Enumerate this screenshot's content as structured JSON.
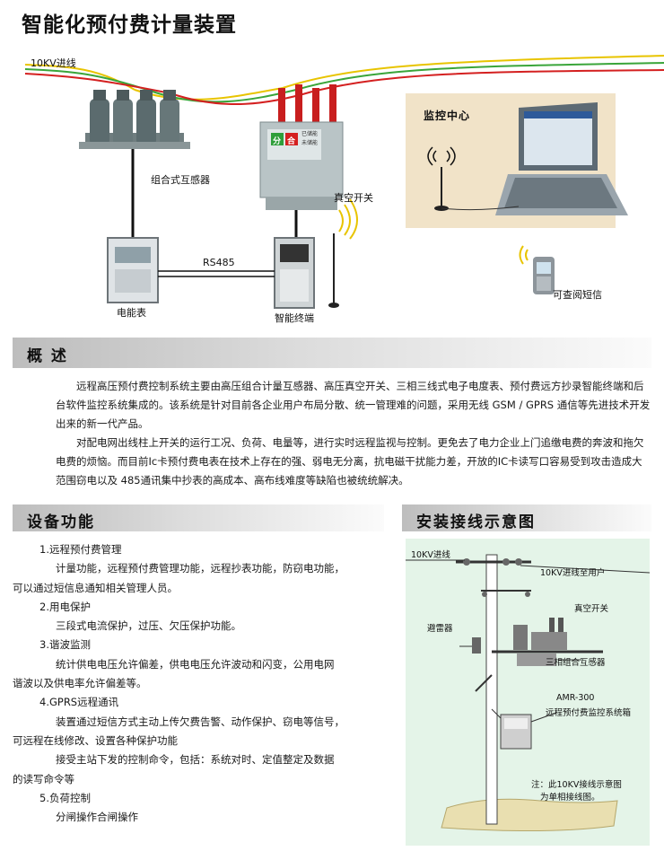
{
  "page_title": "智能化预付费计量装置",
  "top_diagram": {
    "incoming_line": "10KV进线",
    "combined_transformer": "组合式互感器",
    "vacuum_switch": "真空开关",
    "switch_panel_left": "分",
    "switch_panel_right": "合",
    "switch_panel_note1": "已储能",
    "switch_panel_note2": "未储能",
    "meter": "电能表",
    "rs485": "RS485",
    "smart_terminal": "智能终端",
    "monitor_center": "监控中心",
    "sms_query": "可查阅短信"
  },
  "overview": {
    "heading": "概 述",
    "para1": "远程高压预付费控制系统主要由高压组合计量互感器、高压真空开关、三相三线式电子电度表、预付费远方抄录智能终端和后台软件监控系统集成的。该系统是针对目前各企业用户布局分散、统一管理难的问题，采用无线 GSM / GPRS 通信等先进技术开发出来的新一代产品。",
    "para2": "对配电网出线柱上开关的运行工况、负荷、电量等，进行实时远程监视与控制。更免去了电力企业上门追缴电费的奔波和拖欠电费的烦恼。而目前Ic卡预付费电表在技术上存在的强、弱电无分离，抗电磁干扰能力差，开放的IC卡读写口容易受到攻击造成大范围窃电以及 485通讯集中抄表的高成本、高布线难度等缺陷也被统统解决。"
  },
  "functions": {
    "heading": "设备功能",
    "lines": [
      {
        "text": "1.远程预付费管理",
        "indent": "i1"
      },
      {
        "text": "计量功能，远程预付费管理功能，远程抄表功能，防窃电功能，",
        "indent": "i2"
      },
      {
        "text": "可以通过短信息通知相关管理人员。",
        "indent": "i0"
      },
      {
        "text": "2.用电保护",
        "indent": "i1"
      },
      {
        "text": "三段式电流保护，过压、欠压保护功能。",
        "indent": "i2"
      },
      {
        "text": "3.谐波监测",
        "indent": "i1"
      },
      {
        "text": "统计供电电压允许偏差，供电电压允许波动和闪变，公用电网",
        "indent": "i2"
      },
      {
        "text": "谐波以及供电率允许偏差等。",
        "indent": "i0"
      },
      {
        "text": "4.GPRS远程通讯",
        "indent": "i1"
      },
      {
        "text": "装置通过短信方式主动上传欠费告警、动作保护、窃电等信号，",
        "indent": "i2"
      },
      {
        "text": "可远程在线修改、设置各种保护功能",
        "indent": "i0"
      },
      {
        "text": "接受主站下发的控制命令，包括：系统对时、定值整定及数据",
        "indent": "i2"
      },
      {
        "text": "的读写命令等",
        "indent": "i0"
      },
      {
        "text": "5.负荷控制",
        "indent": "i1"
      },
      {
        "text": "分闸操作合闸操作",
        "indent": "i2"
      }
    ]
  },
  "install": {
    "heading": "安装接线示意图",
    "incoming": "10KV进线",
    "to_user": "10KV进线至用户",
    "vacuum_switch": "真空开关",
    "arrester": "避雷器",
    "transformer": "三相组合互感器",
    "amr_model": "AMR-300",
    "amr_box": "远程预付费监控系统箱",
    "note_line1": "注：此10KV接线示意图",
    "note_line2": "为单相接线图。"
  },
  "colors": {
    "wire_yellow": "#e8c400",
    "wire_green": "#3aa53a",
    "wire_red": "#d42020",
    "insulator_red": "#c81e1e",
    "diagram_bg": "#e4f4e8"
  }
}
